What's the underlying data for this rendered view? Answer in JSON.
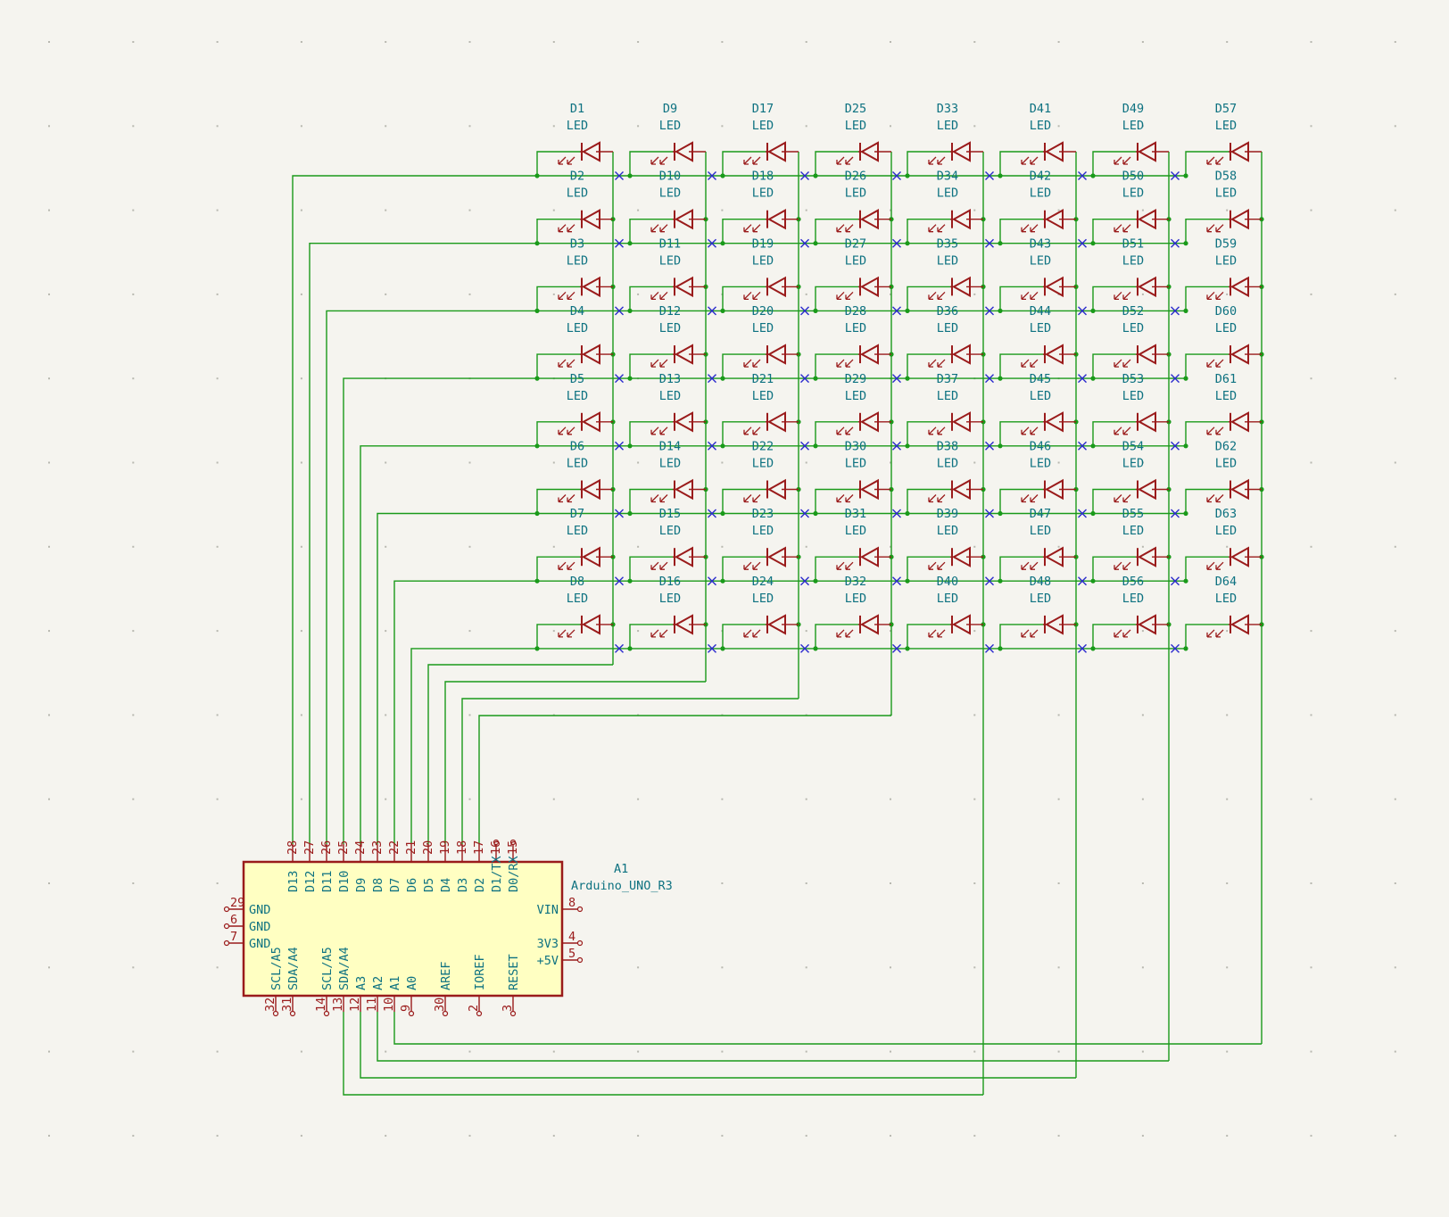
{
  "schematic": {
    "led_value": "LED",
    "led_refs": [
      [
        "D1",
        "D9",
        "D17",
        "D25",
        "D33",
        "D41",
        "D49",
        "D57"
      ],
      [
        "D2",
        "D10",
        "D18",
        "D26",
        "D34",
        "D42",
        "D50",
        "D58"
      ],
      [
        "D3",
        "D11",
        "D19",
        "D27",
        "D35",
        "D43",
        "D51",
        "D59"
      ],
      [
        "D4",
        "D12",
        "D20",
        "D28",
        "D36",
        "D44",
        "D52",
        "D60"
      ],
      [
        "D5",
        "D13",
        "D21",
        "D29",
        "D37",
        "D45",
        "D53",
        "D61"
      ],
      [
        "D6",
        "D14",
        "D22",
        "D30",
        "D38",
        "D46",
        "D54",
        "D62"
      ],
      [
        "D7",
        "D15",
        "D23",
        "D31",
        "D39",
        "D47",
        "D55",
        "D63"
      ],
      [
        "D8",
        "D16",
        "D24",
        "D32",
        "D40",
        "D48",
        "D56",
        "D64"
      ]
    ],
    "arduino": {
      "ref": "A1",
      "value": "Arduino_UNO_R3",
      "top_pins": [
        {
          "num": "28",
          "name": "D13"
        },
        {
          "num": "27",
          "name": "D12"
        },
        {
          "num": "26",
          "name": "D11"
        },
        {
          "num": "25",
          "name": "D10"
        },
        {
          "num": "24",
          "name": "D9"
        },
        {
          "num": "23",
          "name": "D8"
        },
        {
          "num": "22",
          "name": "D7"
        },
        {
          "num": "21",
          "name": "D6"
        },
        {
          "num": "20",
          "name": "D5"
        },
        {
          "num": "19",
          "name": "D4"
        },
        {
          "num": "18",
          "name": "D3"
        },
        {
          "num": "17",
          "name": "D2"
        },
        {
          "num": "16",
          "name": "D1/TX"
        },
        {
          "num": "15",
          "name": "D0/RX"
        }
      ],
      "left_pins": [
        {
          "num": "29",
          "name": "GND"
        },
        {
          "num": "6",
          "name": "GND"
        },
        {
          "num": "7",
          "name": "GND"
        }
      ],
      "right_pins": [
        {
          "num": "8",
          "name": "VIN"
        },
        {
          "num": "4",
          "name": "3V3"
        },
        {
          "num": "5",
          "name": "+5V"
        }
      ],
      "bottom_pins": [
        {
          "num": "32",
          "name": "SCL/A5"
        },
        {
          "num": "31",
          "name": "SDA/A4"
        },
        {
          "num": "14",
          "name": "SCL/A5"
        },
        {
          "num": "13",
          "name": "SDA/A4"
        },
        {
          "num": "12",
          "name": "A3"
        },
        {
          "num": "11",
          "name": "A2"
        },
        {
          "num": "10",
          "name": "A1"
        },
        {
          "num": "9",
          "name": "A0"
        },
        {
          "num": "30",
          "name": "AREF"
        },
        {
          "num": "2",
          "name": "IOREF"
        },
        {
          "num": "3",
          "name": "RESET"
        }
      ]
    },
    "colors": {
      "background": "#f5f4ef",
      "wire": "#1a9a1a",
      "component": "#9a1b1b",
      "body_fill": "#ffffc2",
      "text": "#0e7281",
      "no_connect": "#2a2acc"
    }
  }
}
